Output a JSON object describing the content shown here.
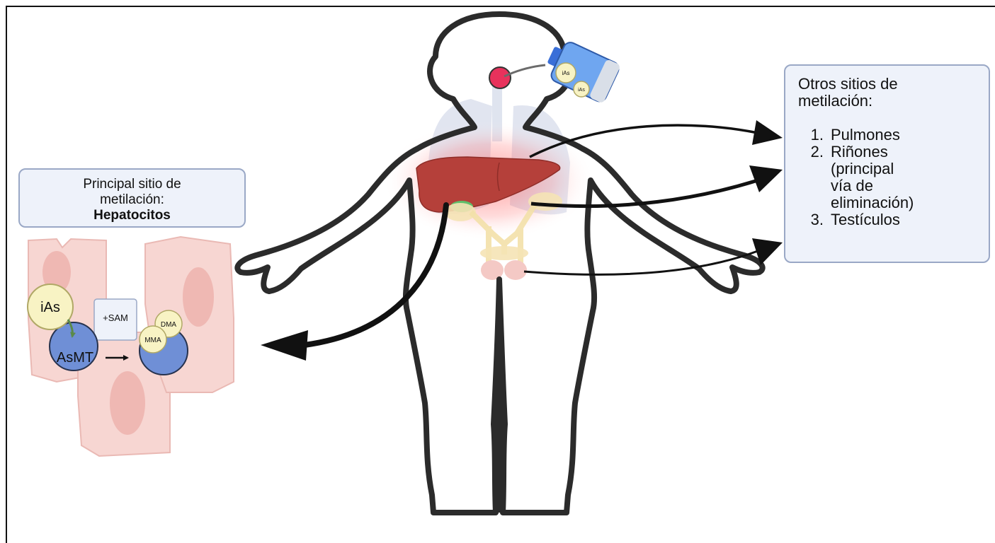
{
  "left_box": {
    "line1": "Principal sitio de",
    "line2": "metilación:",
    "line3": "Hepatocitos"
  },
  "right_box": {
    "title_line1": "Otros sitios de",
    "title_line2": "metilación:",
    "items": [
      {
        "num": "1.",
        "lines": [
          "Pulmones"
        ]
      },
      {
        "num": "2.",
        "lines": [
          "Riñones",
          "(principal",
          "vía de",
          "eliminación)"
        ]
      },
      {
        "num": "3.",
        "lines": [
          "Testículos"
        ]
      }
    ]
  },
  "cell_labels": {
    "ias": "iAs",
    "sam": "+SAM",
    "dma": "DMA",
    "mma": "MMA",
    "asmt": "AsMT"
  },
  "bottle_labels": {
    "ias_1": "iAs",
    "ias_2": "iAs"
  },
  "colors": {
    "box_fill": "#eef2fa",
    "box_border": "#9aa8c6",
    "liver": "#b5403a",
    "enzyme": "#6f8fd6",
    "molecule": "#f8f3c4",
    "hepatocyte": "#f7d6d2"
  }
}
